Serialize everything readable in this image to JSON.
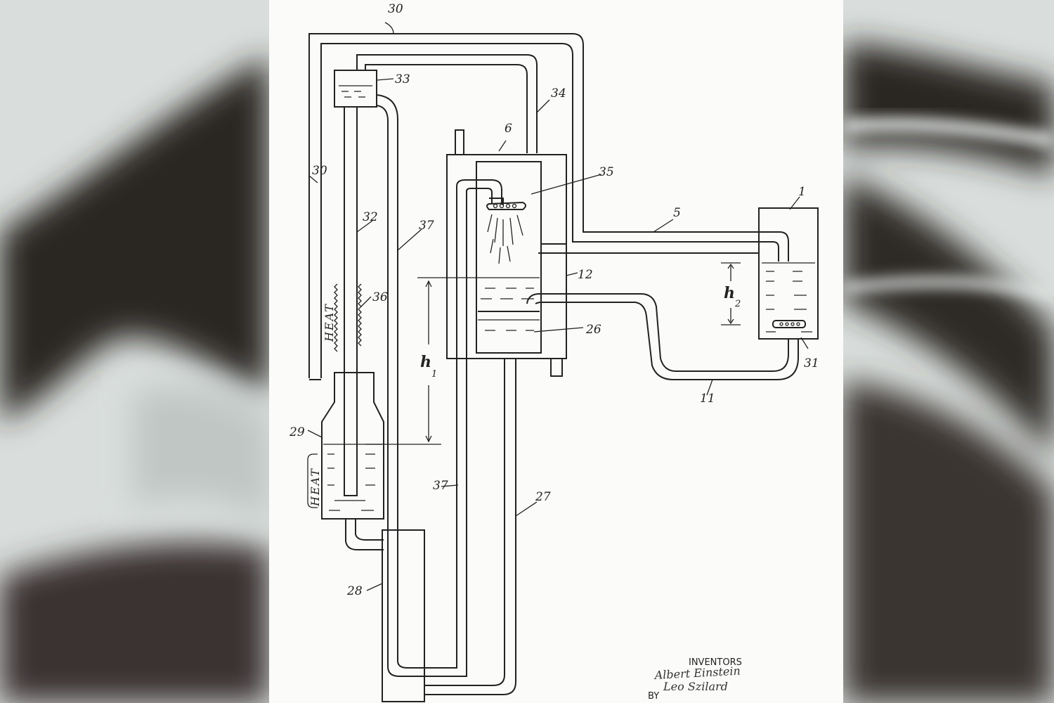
{
  "labels": {
    "l30a": "30",
    "l30b": "30",
    "l33": "33",
    "l34": "34",
    "l6": "6",
    "l35": "35",
    "l1": "1",
    "l5": "5",
    "l32": "32",
    "l37a": "37",
    "l37b": "37",
    "l12": "12",
    "l36": "36",
    "l26": "26",
    "l31": "31",
    "l11": "11",
    "l29": "29",
    "l27": "27",
    "l28": "28"
  },
  "dimensions": {
    "h1_main": "h",
    "h1_sub": "1",
    "h2_main": "h",
    "h2_sub": "2"
  },
  "heat_labels": {
    "upper": "HEAT",
    "lower": "HEAT"
  },
  "footer": {
    "inventors": "INVENTORS",
    "by": "BY",
    "sig1": "Albert Einstein",
    "sig2": "Leo Szilard"
  },
  "colors": {
    "background": "#d9dedc",
    "sheet": "#fbfbf9",
    "ink": "#222222",
    "shadow": "#2a2522"
  }
}
